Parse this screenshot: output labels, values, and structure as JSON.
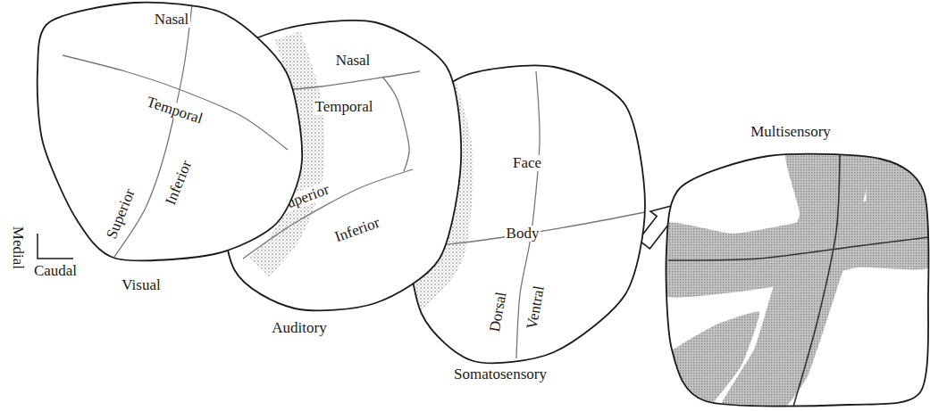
{
  "diagram": {
    "nodes": [
      {
        "text": [
          "Nasal",
          "Temporal",
          "Superior",
          "Inferior",
          "Visual"
        ]
      },
      {
        "text": [
          "Nasal",
          "Temporal",
          "Superior",
          "Inferior",
          "Auditory"
        ]
      },
      {
        "text": [
          "Face",
          "Body",
          "Dorsal",
          "Ventral",
          "Somatosensory"
        ]
      },
      {
        "text": [
          "Multisensory"
        ]
      }
    ],
    "edges": [
      {
        "from": 2,
        "to": 3,
        "arrow": "to"
      }
    ],
    "labels": [
      "Medial",
      "Caudal"
    ]
  }
}
